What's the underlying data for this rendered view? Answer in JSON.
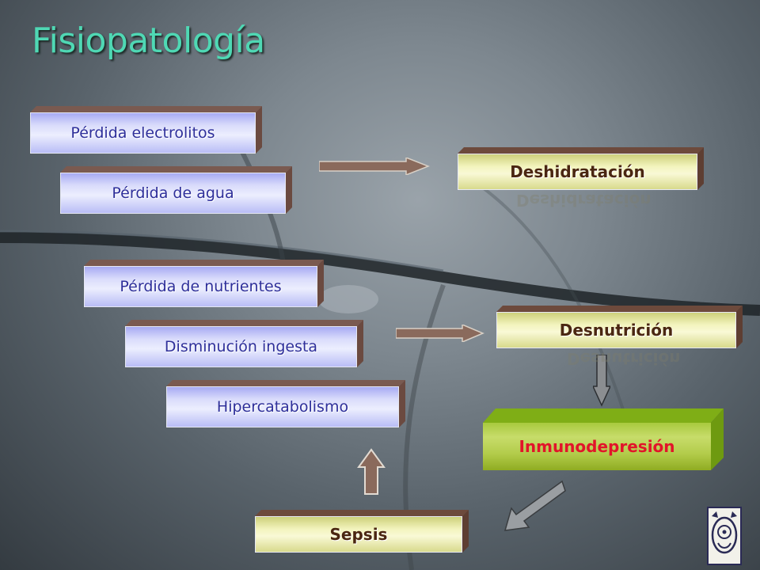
{
  "slide": {
    "title": "Fisiopatología"
  },
  "diagram": {
    "causes_water": [
      {
        "id": "perdida-electrolitos",
        "label": "Pérdida electrolitos"
      },
      {
        "id": "perdida-agua",
        "label": "Pérdida de agua"
      }
    ],
    "causes_nutrition": [
      {
        "id": "perdida-nutrientes",
        "label": "Pérdida de nutrientes"
      },
      {
        "id": "disminucion-ingesta",
        "label": "Disminución ingesta"
      },
      {
        "id": "hipercatabolismo",
        "label": "Hipercatabolismo"
      }
    ],
    "outcomes": {
      "deshidratacion": "Deshidratación",
      "desnutricion": "Desnutrición",
      "inmunodepresion": "Inmunodepresión",
      "sepsis": "Sepsis"
    },
    "edges": [
      {
        "from": "perdida-agua",
        "to": "deshidratacion",
        "style": "right"
      },
      {
        "from": "disminucion-ingesta",
        "to": "desnutricion",
        "style": "right"
      },
      {
        "from": "desnutricion",
        "to": "inmunodepresion",
        "style": "down"
      },
      {
        "from": "inmunodepresion",
        "to": "sepsis",
        "style": "down-left"
      },
      {
        "from": "sepsis",
        "to": "hipercatabolismo",
        "style": "up"
      }
    ]
  },
  "colors": {
    "title": "#4fd8b4",
    "cause_text": "#2e2f9a",
    "outcome_text": "#4a2611",
    "immuno_text": "#e2142a",
    "immuno_fill": "#b3cc4b"
  }
}
